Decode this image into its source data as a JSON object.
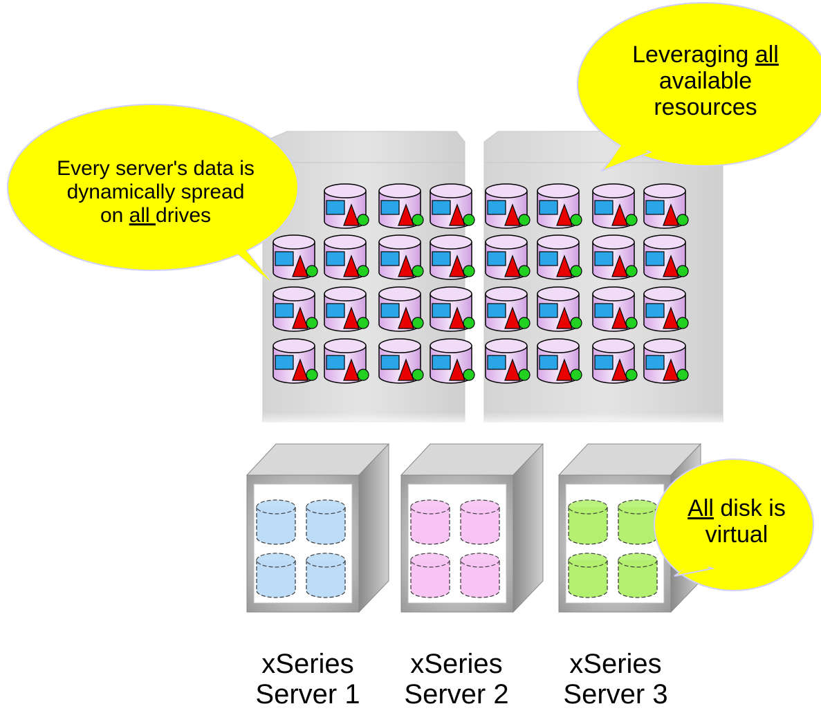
{
  "callouts": {
    "spread": {
      "line1": "Every server's data is",
      "line2": "dynamically spread",
      "pre": "on ",
      "emph": "all ",
      "post": "drives"
    },
    "leverage": {
      "pre": "Leveraging ",
      "emph": "all",
      "line2": "available",
      "line3": "resources"
    },
    "virtual": {
      "emph": "All",
      "post": " disk is",
      "line2": "virtual"
    }
  },
  "servers": [
    {
      "line1": "xSeries",
      "line2": "Server 1",
      "disk_color": "#bcdcf8"
    },
    {
      "line1": "xSeries",
      "line2": "Server 2",
      "disk_color": "#f8c4f4"
    },
    {
      "line1": "xSeries",
      "line2": "Server 3",
      "disk_color": "#b4f070"
    }
  ],
  "storage": {
    "drive_rows": 4,
    "drive_cols": 8,
    "first_row_cols": 7
  },
  "colors": {
    "bubble": "#ffff00",
    "drive_body": "#e8c8f0",
    "drive_square": "#2aa6e8",
    "drive_triangle": "#e80000",
    "drive_circle": "#22d022"
  }
}
